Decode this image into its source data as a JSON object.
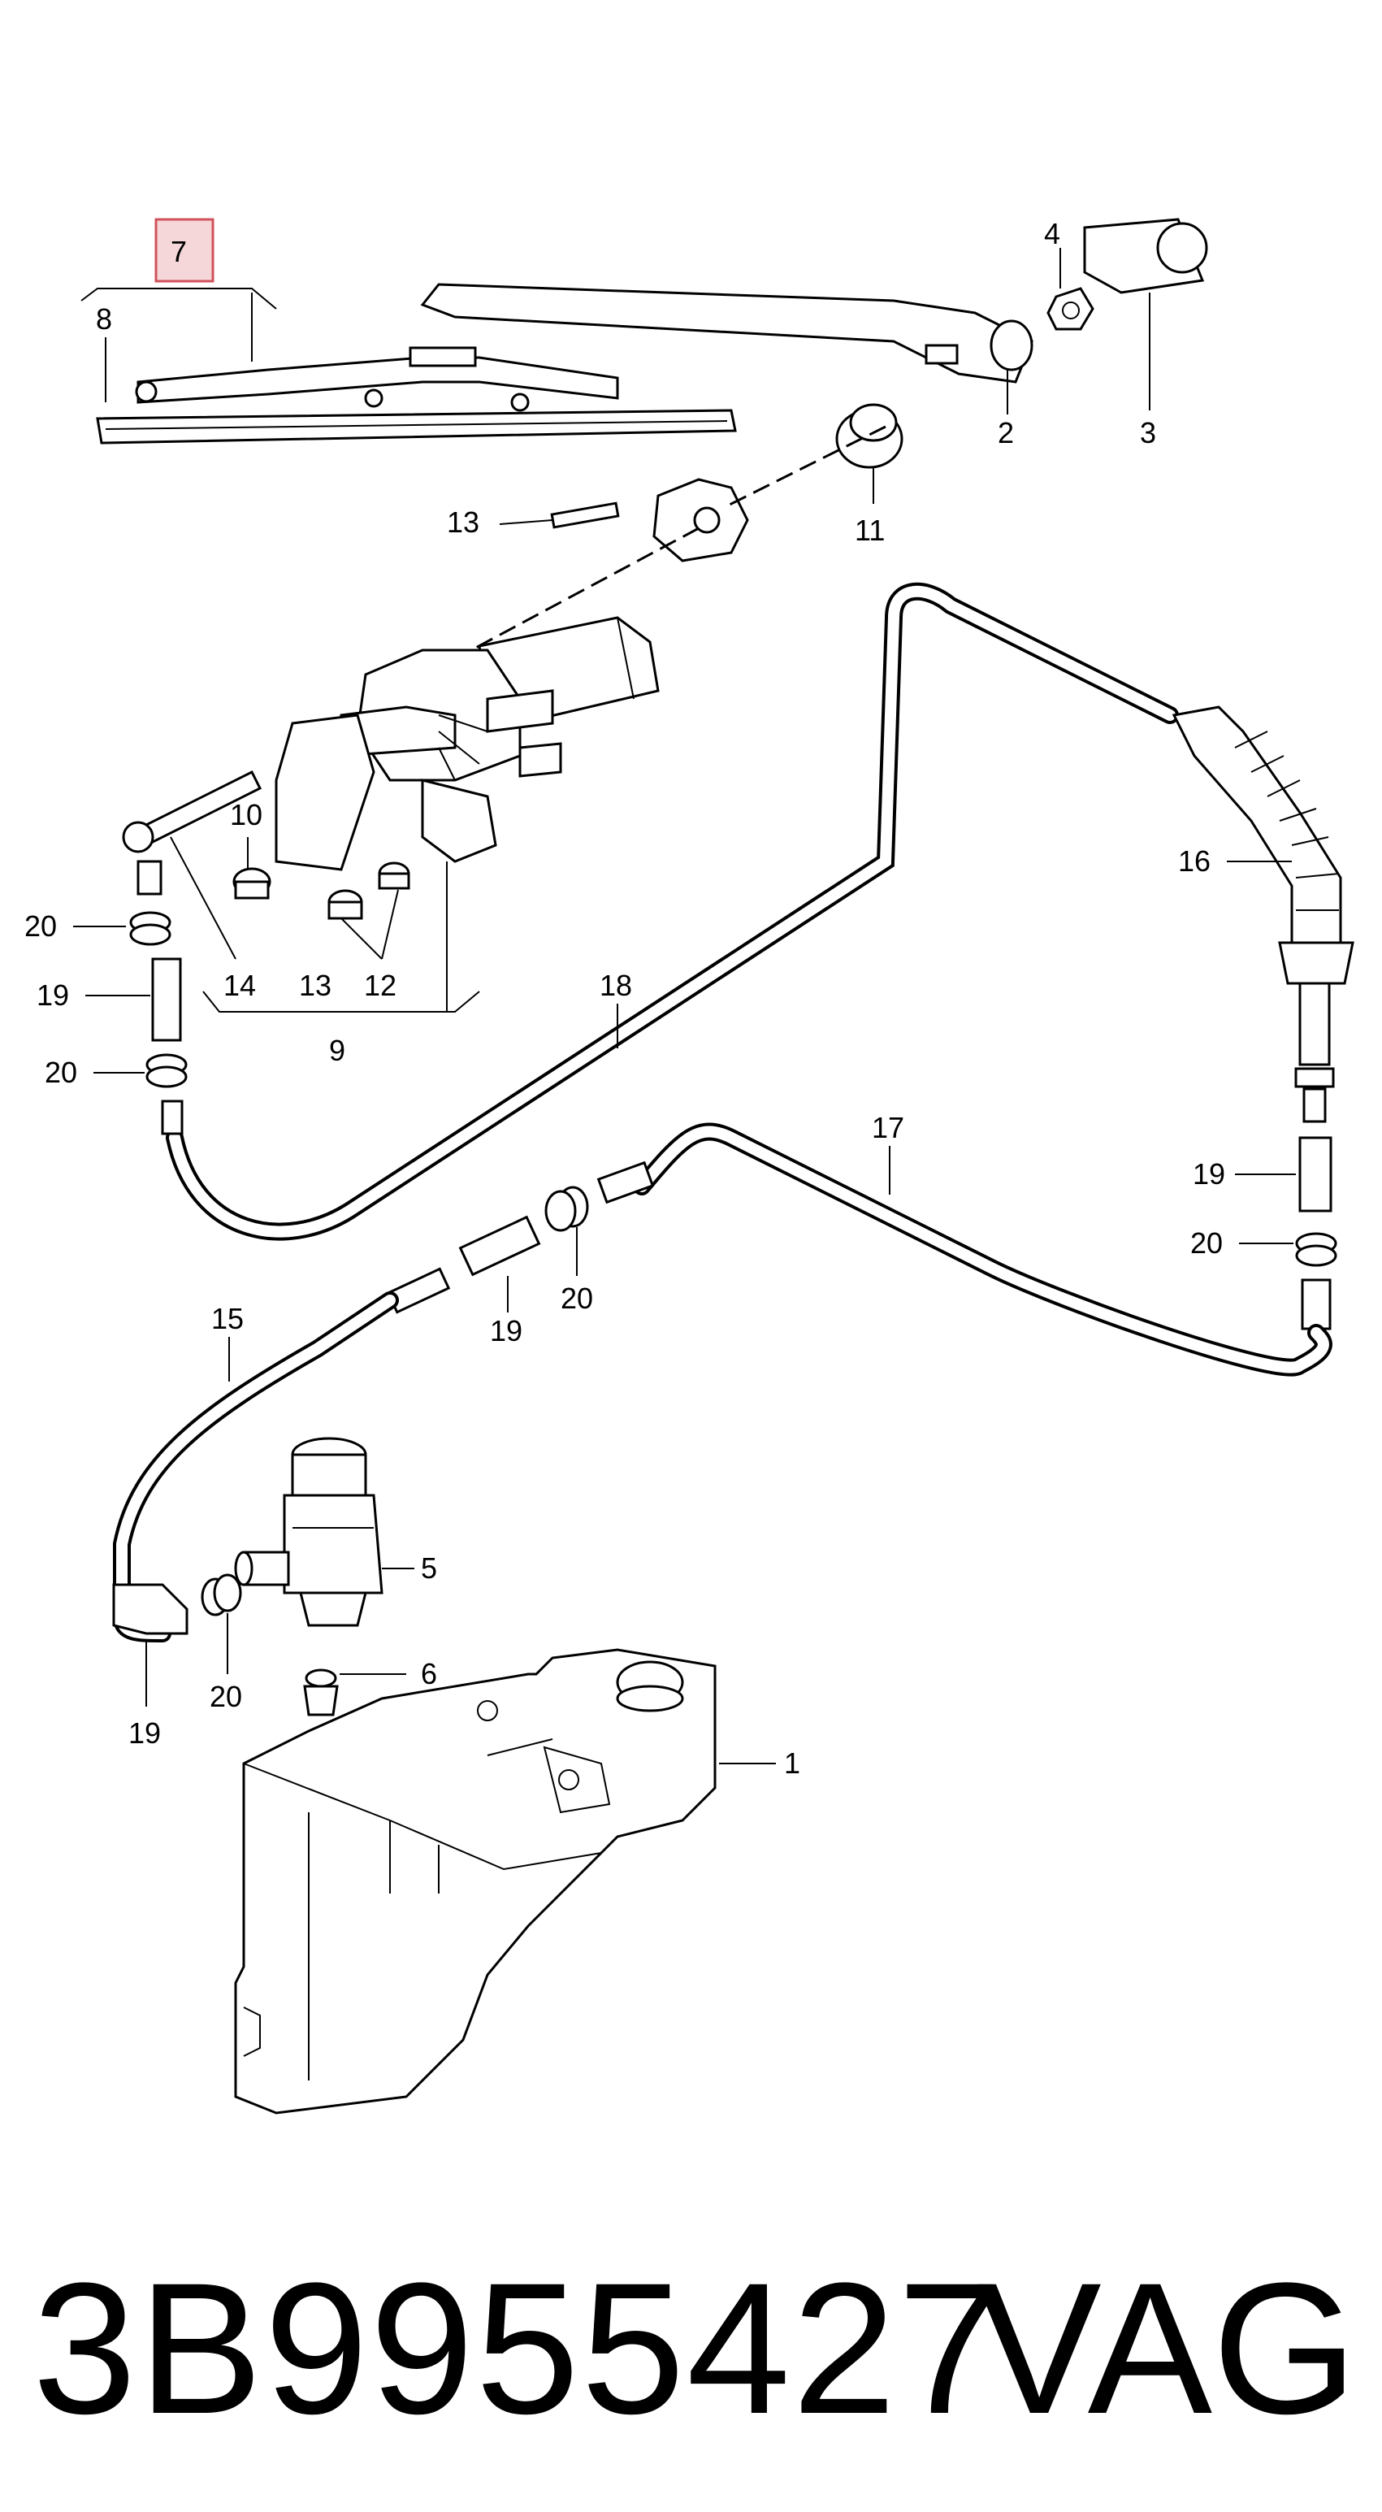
{
  "diagram": {
    "callouts": [
      "1",
      "2",
      "3",
      "4",
      "5",
      "6",
      "7",
      "8",
      "9",
      "10",
      "11",
      "12",
      "13",
      "13",
      "14",
      "15",
      "16",
      "17",
      "18",
      "19",
      "19",
      "19",
      "19",
      "20",
      "20",
      "20",
      "20",
      "20"
    ]
  },
  "footer": {
    "part_number": "3B9955427",
    "brand": "VAG"
  }
}
